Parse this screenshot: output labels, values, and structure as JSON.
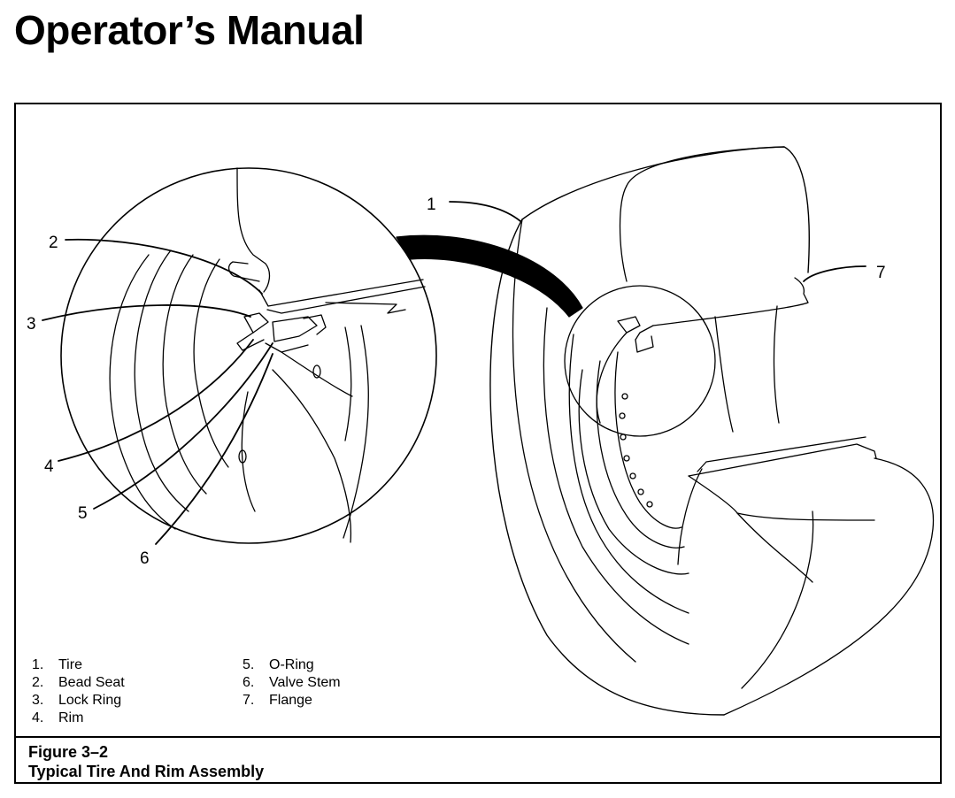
{
  "header": {
    "title": "Operator’s Manual"
  },
  "figure": {
    "number": "Figure 3–2",
    "caption": "Typical Tire And Rim Assembly",
    "callouts": [
      "1",
      "2",
      "3",
      "4",
      "5",
      "6",
      "7"
    ],
    "legend": [
      {
        "num": "1.",
        "label": "Tire"
      },
      {
        "num": "2.",
        "label": "Bead Seat"
      },
      {
        "num": "3.",
        "label": "Lock Ring"
      },
      {
        "num": "4.",
        "label": "Rim"
      },
      {
        "num": "5.",
        "label": "O-Ring"
      },
      {
        "num": "6.",
        "label": "Valve Stem"
      },
      {
        "num": "7.",
        "label": "Flange"
      }
    ]
  }
}
